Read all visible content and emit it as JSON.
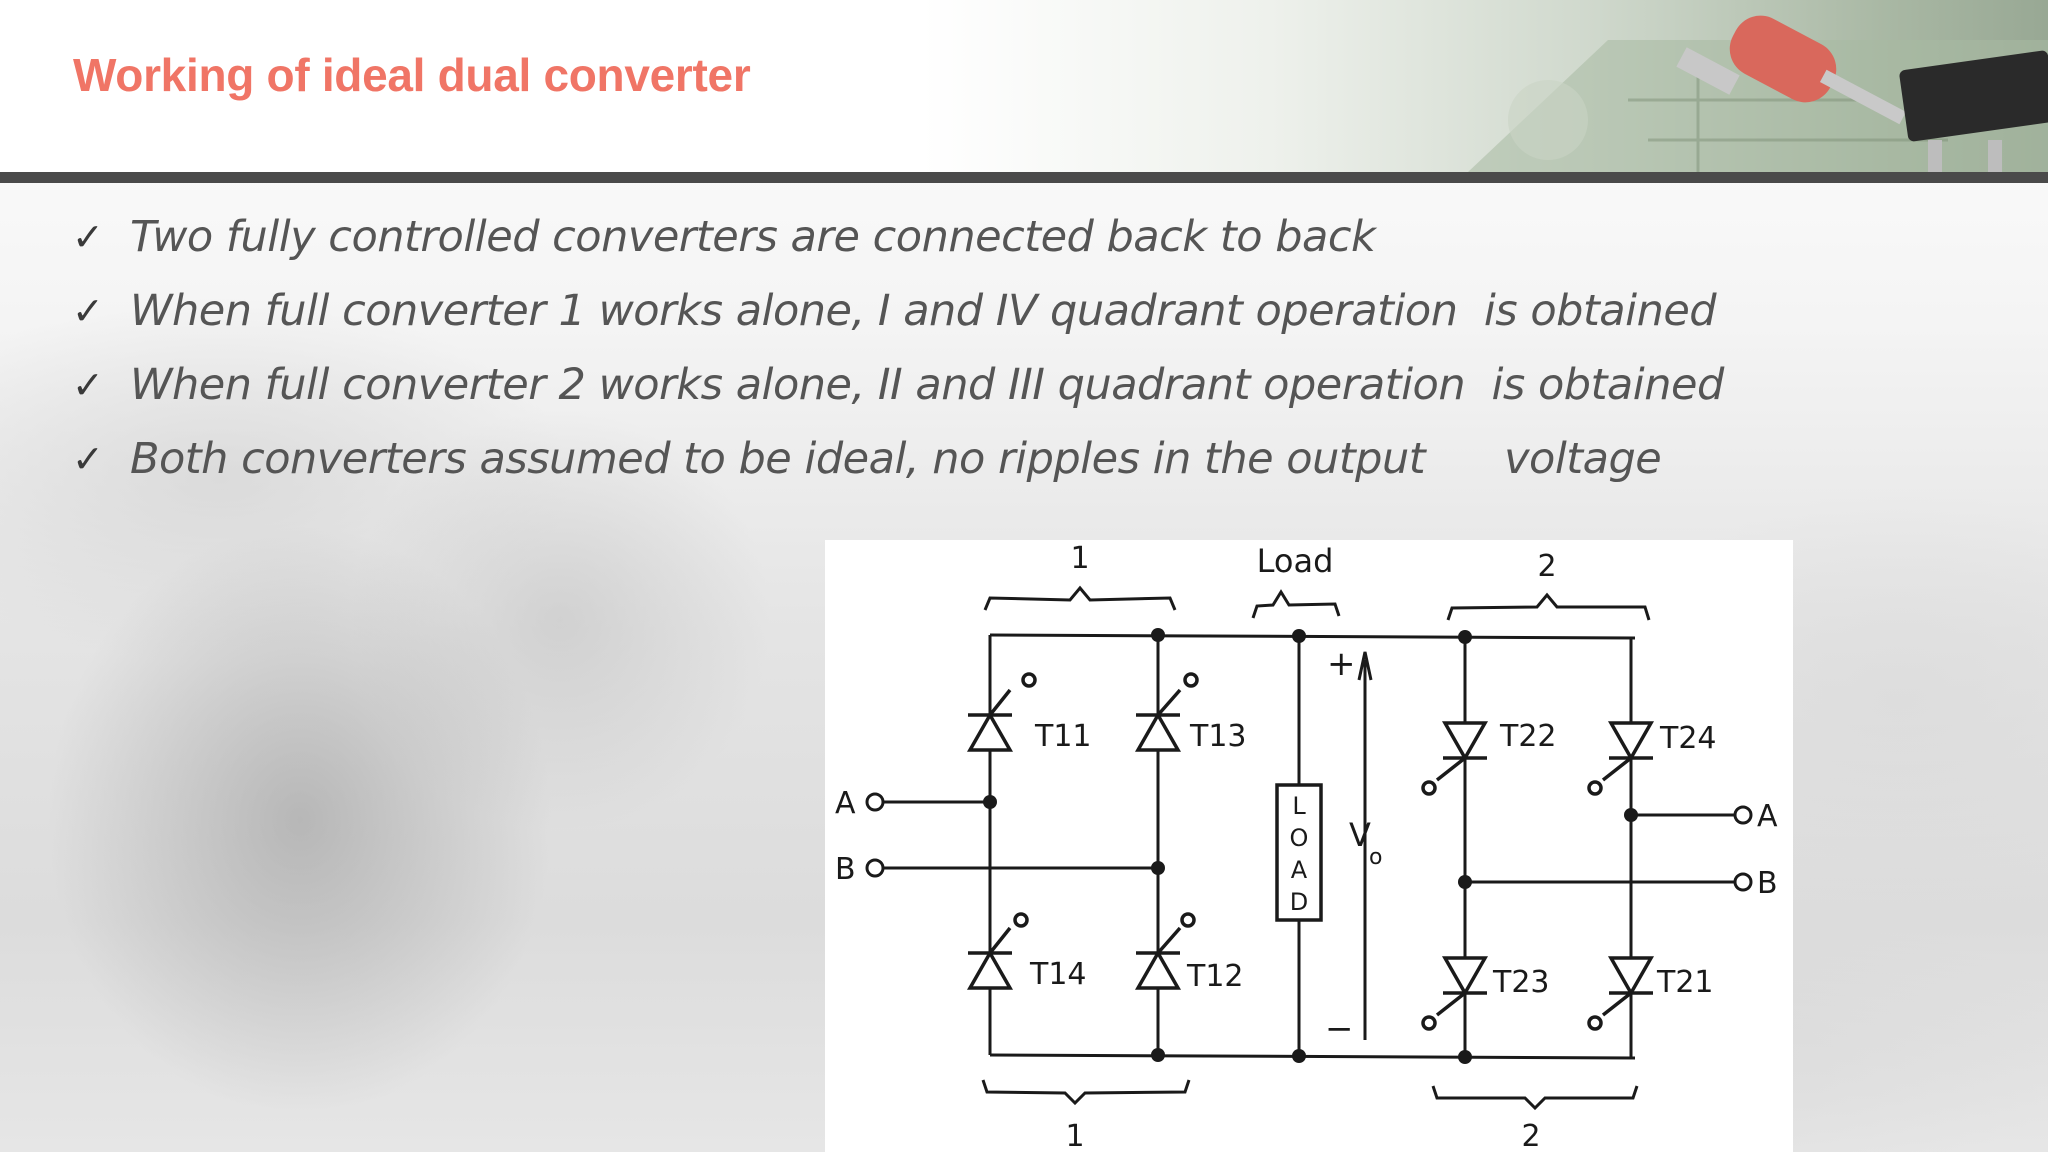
{
  "slide": {
    "title": "Working of ideal dual converter",
    "title_color": "#f07566",
    "bullet_icon": "checkmark-icon",
    "bullets": [
      "Two fully controlled converters are connected back to back",
      "When full converter 1 works alone, I and IV quadrant operation  is obtained",
      "When full converter 2 works alone, II and III quadrant operation  is obtained",
      "Both converters assumed to be ideal, no ripples in the output      voltage"
    ]
  },
  "diagram": {
    "converter1_label": "1",
    "converter2_label": "2",
    "load_label": "Load",
    "load_box_letters": [
      "L",
      "O",
      "A",
      "D"
    ],
    "vo_main": "V",
    "vo_sub": "o",
    "plus": "+",
    "minus": "−",
    "terminal_a": "A",
    "terminal_b": "B",
    "thyristors": [
      "T11",
      "T13",
      "T14",
      "T12",
      "T22",
      "T24",
      "T23",
      "T21"
    ]
  }
}
